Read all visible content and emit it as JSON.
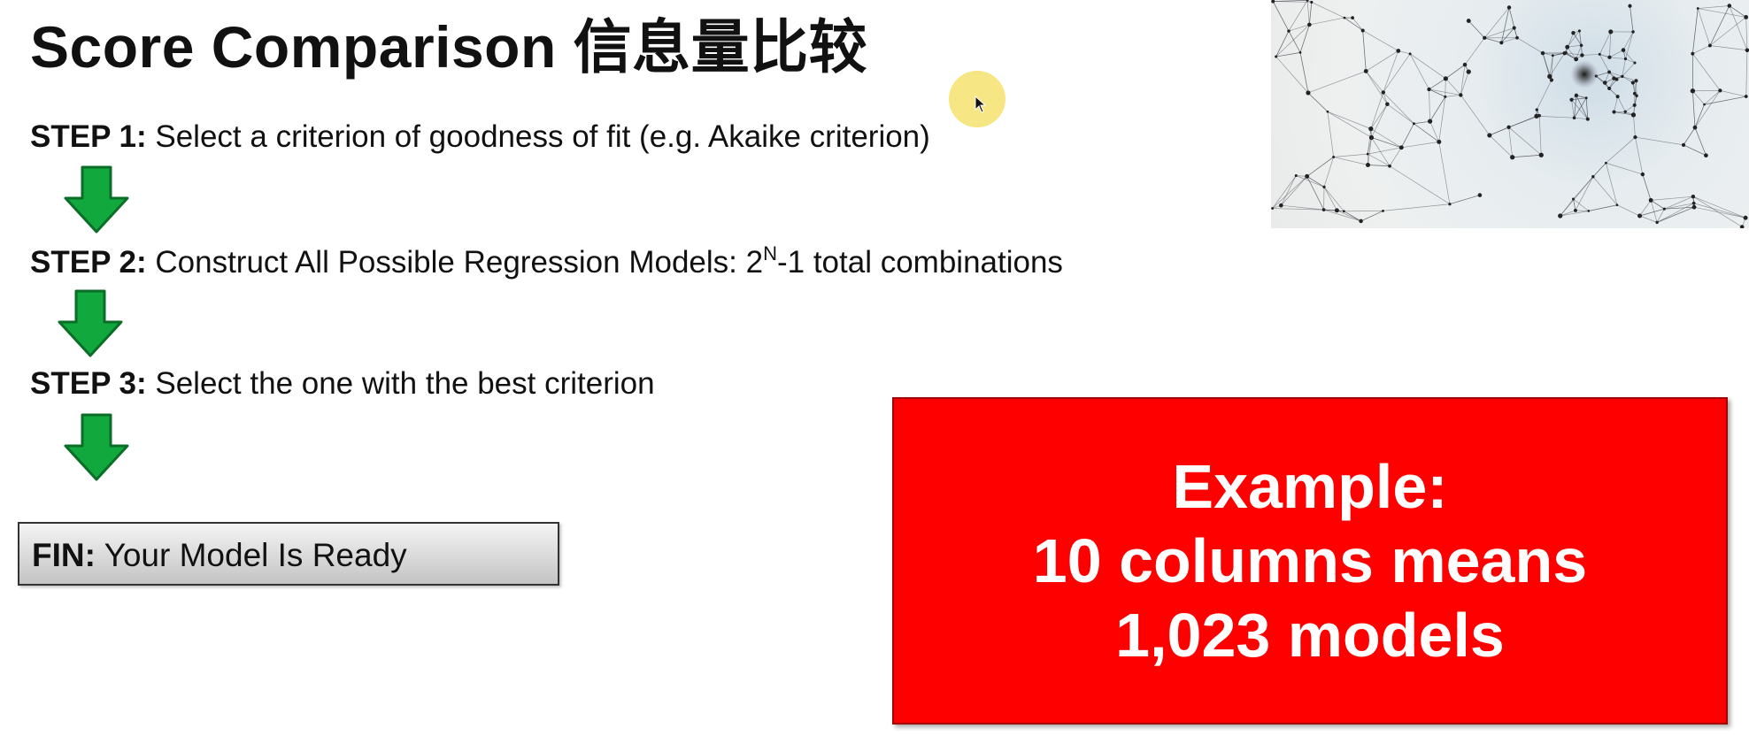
{
  "slide": {
    "title": "Score Comparison 信息量比较",
    "steps": [
      {
        "label": "STEP 1:",
        "text": "Select a criterion of goodness of fit (e.g. Akaike criterion)"
      },
      {
        "label": "STEP 2:",
        "text_before": "Construct All Possible Regression Models: 2",
        "superscript": "N",
        "text_after": "-1 total combinations"
      },
      {
        "label": "STEP 3:",
        "text": "Select the one with the best criterion"
      }
    ],
    "fin": {
      "label": "FIN:",
      "text": "Your Model Is Ready"
    },
    "example": {
      "line1": "Example:",
      "line2": "10 columns means",
      "line3": "1,023 models"
    }
  },
  "colors": {
    "arrow_fill": "#11a83e",
    "arrow_stroke": "#0b6e27",
    "example_bg": "#ff0000",
    "fin_gradient_top": "#f4f4f4",
    "fin_gradient_bottom": "#c4c4c4",
    "cursor_highlight": "#f5e26e"
  },
  "icons": {
    "flow_arrow": "arrow-down-icon",
    "pointer": "mouse-cursor-icon",
    "decorative_image": "network-graph"
  }
}
